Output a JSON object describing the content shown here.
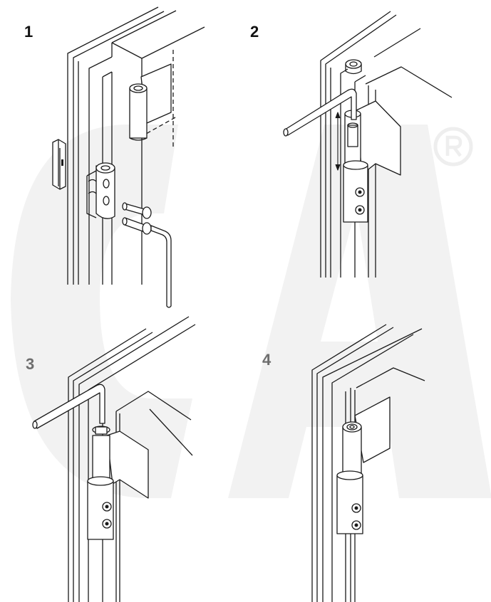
{
  "steps": [
    {
      "label": "1"
    },
    {
      "label": "2"
    },
    {
      "label": "3"
    },
    {
      "label": "4"
    }
  ],
  "watermark": {
    "text": "CA",
    "registered_mark": "®"
  },
  "colors": {
    "line": "#1a1a1a",
    "label_dark": "#111111",
    "label_grey": "#6e6e6e",
    "watermark": "#f1f1f1",
    "hinge_fill": "#ffffff",
    "shade": "#d9d9d9"
  }
}
